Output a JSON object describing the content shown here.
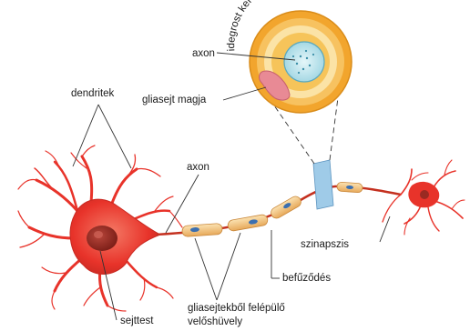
{
  "labels": {
    "cross_section": "idegrost keresztmetszete",
    "axon_top": "axon",
    "glia_nucleus": "gliasejt magja",
    "dendrites": "dendritek",
    "axon_mid": "axon",
    "synapse": "szinapszis",
    "constriction": "befűződés",
    "cell_body": "sejttest",
    "sheath_line1": "gliasejtekből felépülő",
    "sheath_line2": "velőshüvely"
  },
  "colors": {
    "neuron_red": "#e8332a",
    "neuron_light": "#f36b5a",
    "nucleus": "#9a2a22",
    "sheath": "#f3c27a",
    "sheath_edge": "#c9873a",
    "glia_nucleus_blue": "#3b6fb0",
    "cross_outer": "#f2a52d",
    "cross_inner_ring": "#fbe3a6",
    "axon_core": "#bfe6ee",
    "glia_pink": "#e88a95",
    "probe_blue": "#9fcbe8"
  }
}
